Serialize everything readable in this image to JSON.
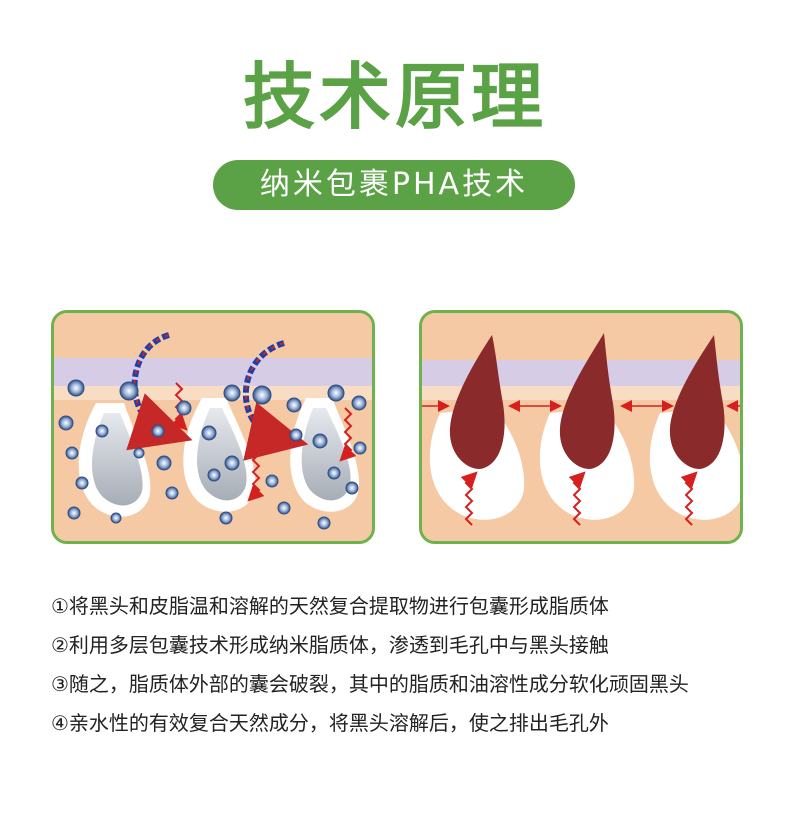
{
  "header": {
    "title": "技术原理",
    "subtitle": "纳米包裹PHA技术"
  },
  "colors": {
    "brand_green": "#5aa245",
    "panel_border": "#6db24c",
    "skin": "#f5c9a3",
    "membrane": "#d7cce6",
    "blackhead": "#8a2a2a",
    "capsule_blue": "#2f4e86",
    "heat_wave": "#d62020",
    "arrow_blue": "#1e3fa8"
  },
  "notes": [
    "①将黑头和皮脂温和溶解的天然复合提取物进行包囊形成脂质体",
    "②利用多层包囊技术形成纳米脂质体，渗透到毛孔中与黑头接触",
    "③随之，脂质体外部的囊会破裂，其中的脂质和油溶性成分软化顽固黑头",
    "④亲水性的有效复合天然成分，将黑头溶解后，使之排出毛孔外"
  ]
}
